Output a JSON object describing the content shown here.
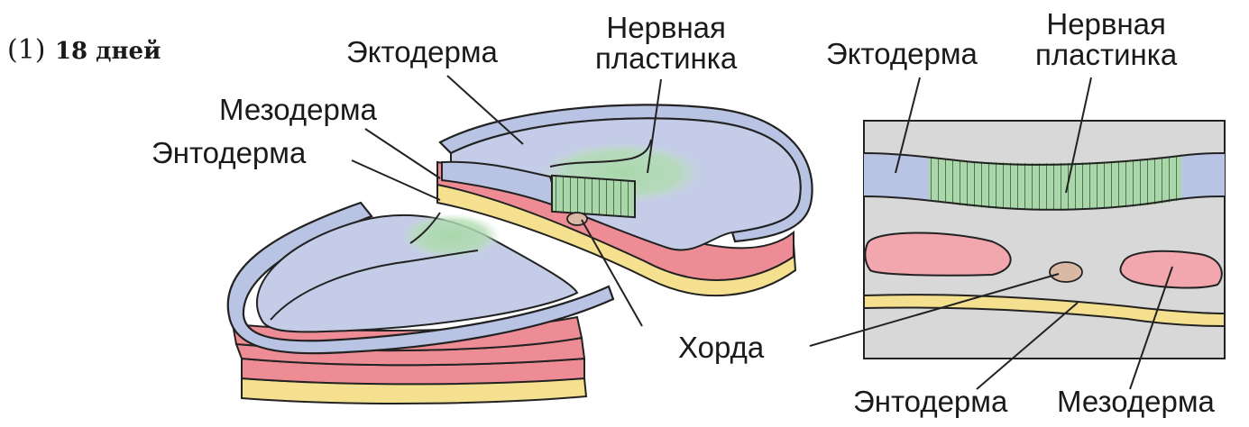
{
  "title": {
    "number": "(1)",
    "days": "18 дней"
  },
  "labels_3d": {
    "ectoderm": "Эктодерма",
    "neural_plate": "Нервная\nпластинка",
    "mesoderm": "Мезодерма",
    "endoderm": "Энтодерма"
  },
  "label_notochord": "Хорда",
  "labels_section": {
    "ectoderm": "Эктодерма",
    "neural_plate": "Нервная\nпластинка",
    "endoderm": "Энтодерма",
    "mesoderm": "Мезодерма"
  },
  "colors": {
    "ectoderm": "#b9c3e3",
    "neural_plate": "#a7d8a7",
    "mesoderm": "#ee8c95",
    "endoderm": "#f4e08e",
    "notochord": "#d9b9a3",
    "tissue_gray": "#d8d8d8",
    "outline": "#222222"
  }
}
